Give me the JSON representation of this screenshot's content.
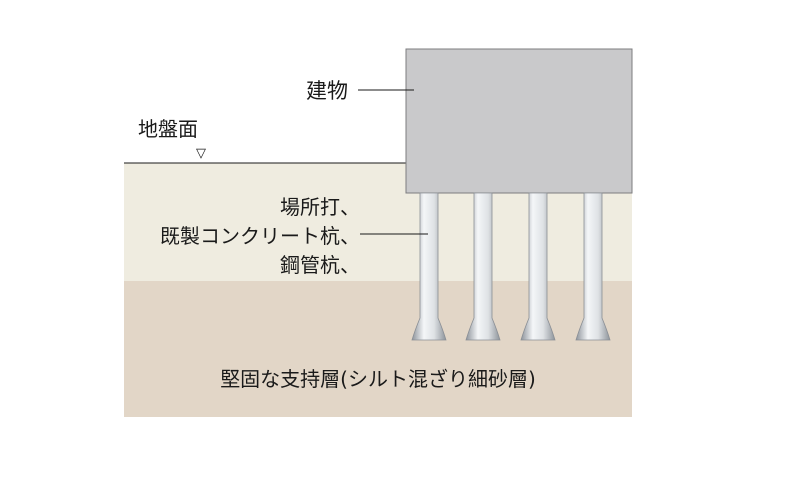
{
  "labels": {
    "building": "建物",
    "ground_surface": "地盤面",
    "ground_marker": "▽",
    "pile_line1": "場所打、",
    "pile_line2": "既製コンクリート杭、",
    "pile_line3": "鋼管杭、",
    "bearing_layer": "堅固な支持層(シルト混ざり細砂層)"
  },
  "colors": {
    "soft_soil": "#efece0",
    "bearing_soil": "#e2d6c7",
    "building": "#c9c9cb",
    "building_stroke": "#7d7d7f",
    "pile_light": "#f4f6f8",
    "pile_dark": "#9aa0a6",
    "leader_line": "#1a1a1a"
  }
}
